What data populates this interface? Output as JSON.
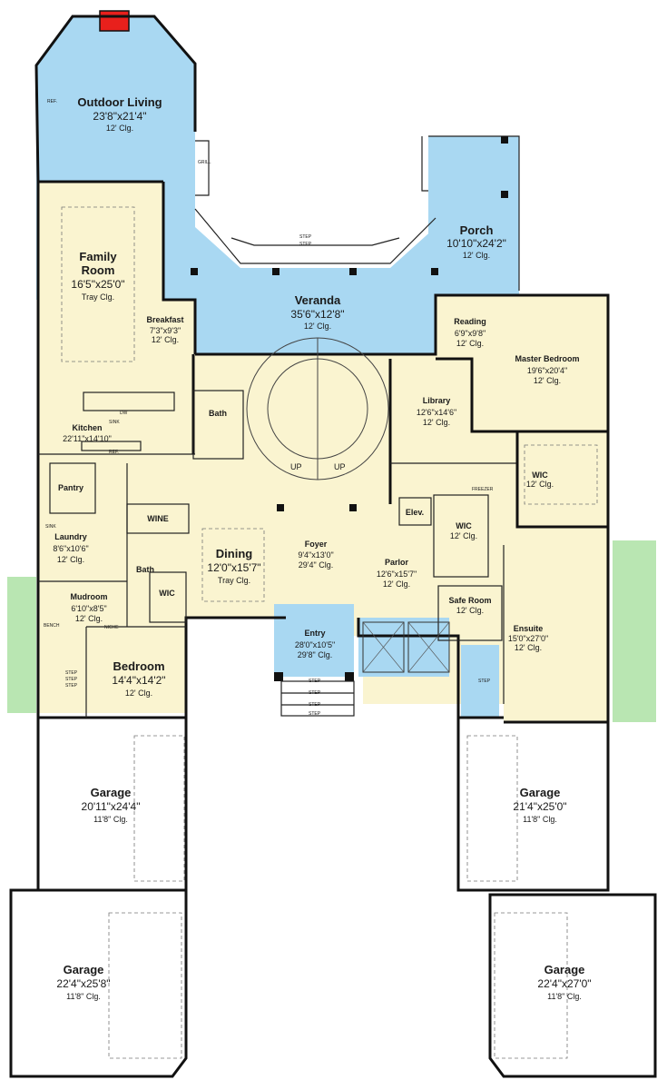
{
  "colors": {
    "interior": "#faf4d0",
    "outdoor": "#a9d8f2",
    "stair_green": "#b9e6b2",
    "fireplace": "#e8201c",
    "wall": "#111111"
  },
  "rooms": {
    "outdoor_living": {
      "name": "Outdoor Living",
      "dims": "23'8\"x21'4\"",
      "clg": "12' Clg."
    },
    "porch": {
      "name": "Porch",
      "dims": "10'10\"x24'2\"",
      "clg": "12' Clg."
    },
    "family_room": {
      "name1": "Family",
      "name2": "Room",
      "dims": "16'5\"x25'0\"",
      "clg": "Tray Clg."
    },
    "breakfast": {
      "name": "Breakfast",
      "dims": "7'3\"x9'3\"",
      "clg": "12' Clg."
    },
    "veranda": {
      "name": "Veranda",
      "dims": "35'6\"x12'8\"",
      "clg": "12' Clg."
    },
    "reading": {
      "name": "Reading",
      "dims": "6'9\"x9'8\"",
      "clg": "12' Clg."
    },
    "master_bedroom": {
      "name": "Master Bedroom",
      "dims": "19'6\"x20'4\"",
      "clg": "12' Clg."
    },
    "library": {
      "name": "Library",
      "dims": "12'6\"x14'6\"",
      "clg": "12' Clg."
    },
    "bath_upper": {
      "name": "Bath"
    },
    "kitchen": {
      "name": "Kitchen",
      "dims": "22'11\"x14'10\""
    },
    "wic_master": {
      "name": "WIC",
      "clg": "12' Clg."
    },
    "pantry": {
      "name": "Pantry"
    },
    "wine": {
      "name": "WINE"
    },
    "laundry": {
      "name": "Laundry",
      "dims": "8'6\"x10'6\"",
      "clg": "12' Clg."
    },
    "dining": {
      "name": "Dining",
      "dims": "12'0\"x15'7\"",
      "clg": "Tray Clg."
    },
    "foyer": {
      "name": "Foyer",
      "dims": "9'4\"x13'0\"",
      "clg": "29'4\" Clg."
    },
    "elev": {
      "name": "Elev."
    },
    "wic_mid": {
      "name": "WIC",
      "clg": "12' Clg."
    },
    "parlor": {
      "name": "Parlor",
      "dims": "12'6\"x15'7\"",
      "clg": "12' Clg."
    },
    "bath_lower": {
      "name": "Bath"
    },
    "wic_lower": {
      "name": "WIC"
    },
    "mudroom": {
      "name": "Mudroom",
      "dims": "6'10\"x8'5\"",
      "clg": "12' Clg."
    },
    "safe_room": {
      "name": "Safe Room",
      "clg": "12' Clg."
    },
    "ensuite": {
      "name": "Ensuite",
      "dims": "15'0\"x27'0\"",
      "clg": "12' Clg."
    },
    "entry": {
      "name": "Entry",
      "dims": "28'0\"x10'5\"",
      "clg": "29'8\" Clg."
    },
    "bedroom": {
      "name": "Bedroom",
      "dims": "14'4\"x14'2\"",
      "clg": "12' Clg."
    },
    "garage_left_upper": {
      "name": "Garage",
      "dims": "20'11\"x24'4\"",
      "clg": "11'8\" Clg."
    },
    "garage_right_upper": {
      "name": "Garage",
      "dims": "21'4\"x25'0\"",
      "clg": "11'8\" Clg."
    },
    "garage_left_lower": {
      "name": "Garage",
      "dims": "22'4\"x25'8\"",
      "clg": "11'8\" Clg."
    },
    "garage_right_lower": {
      "name": "Garage",
      "dims": "22'4\"x27'0\"",
      "clg": "11'8\" Clg."
    }
  },
  "small_labels": {
    "step": "STEP",
    "up": "UP",
    "ref": "REF.",
    "dw": "DW",
    "sink": "SINK",
    "bench": "BENCH",
    "niche": "NICHE",
    "freezer": "FREEZER",
    "grill": "GRILL"
  }
}
